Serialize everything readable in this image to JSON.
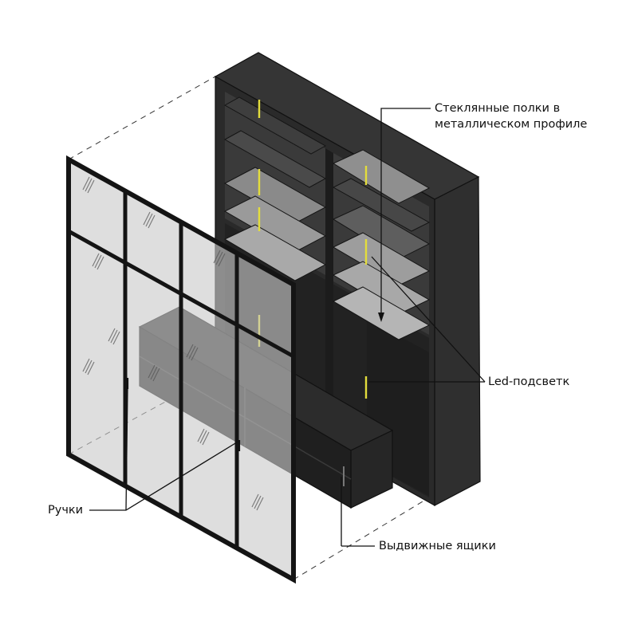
{
  "callouts": {
    "glass_shelves": {
      "line1": "Стеклянные полки в",
      "line2": "металлическом профиле"
    },
    "led": "Led-подсветк",
    "handles": "Ручки",
    "drawers": "Выдвижные ящики"
  },
  "colors": {
    "body": "#242424",
    "side": "#303030",
    "inner": "#3b3b3b",
    "glass": "#c9c9c9",
    "frame": "#141414",
    "led": "#e3dd3c",
    "line": "#111111"
  }
}
